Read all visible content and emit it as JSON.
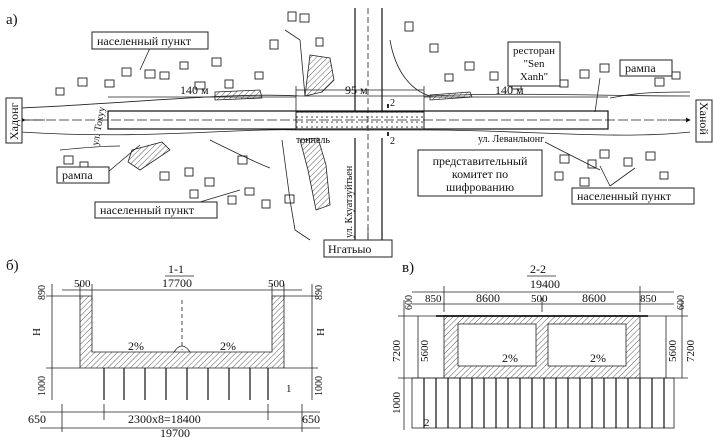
{
  "panels": {
    "a": "а)",
    "b": "б)",
    "v": "в)"
  },
  "plan": {
    "settlement_top": "населенный пункт",
    "settlement_bottom_left": "населенный пункт",
    "settlement_bottom_right": "населенный пункт",
    "restaurant_line1": "ресторан",
    "restaurant_line2": "\"Sen",
    "restaurant_line3": "Xanh\"",
    "ramp_right": "рампа",
    "ramp_left": "рампа",
    "dim_140_left": "140 м",
    "dim_95": "95 м",
    "dim_140_right": "140 м",
    "city_left": "Хадонг",
    "city_right": "Ханой",
    "city_bottom": "Нгатьыо",
    "street_tohuu": "ул. Тохуу",
    "street_levanluong": "ул. Леванлыонг",
    "street_khuathuyten": "ул. Кхуатзуйтьен",
    "tunnel": "тоннель",
    "section_mark_top": "2",
    "section_mark_bottom": "2",
    "committee_line1": "представительный",
    "committee_line2": "комитет по",
    "committee_line3": "шифрованию"
  },
  "section_1_1": {
    "title": "1-1",
    "dim_top_left": "500",
    "dim_top_mid": "17700",
    "dim_top_right": "500",
    "dim_890_left": "890",
    "dim_890_right": "890",
    "dim_H_left": "Н",
    "dim_H_right": "Н",
    "dim_1000_left": "1000",
    "dim_1000_right": "1000",
    "slope_left": "2%",
    "slope_right": "2%",
    "pile_mark": "1",
    "dim_650_left": "650",
    "dim_650_right": "650",
    "dim_piles": "2300x8=18400",
    "dim_total": "19700"
  },
  "section_2_2": {
    "title": "2-2",
    "dim_total": "19400",
    "dim_850_left": "850",
    "dim_8600_left": "8600",
    "dim_500": "500",
    "dim_8600_right": "8600",
    "dim_850_right": "850",
    "dim_600_left": "600",
    "dim_600_right": "600",
    "dim_7200_left": "7200",
    "dim_5600_left": "5600",
    "dim_5600_right": "5600",
    "dim_7200_right": "7200",
    "slope_left": "2%",
    "slope_right": "2%",
    "dim_1000": "1000",
    "pile_mark": "2"
  }
}
